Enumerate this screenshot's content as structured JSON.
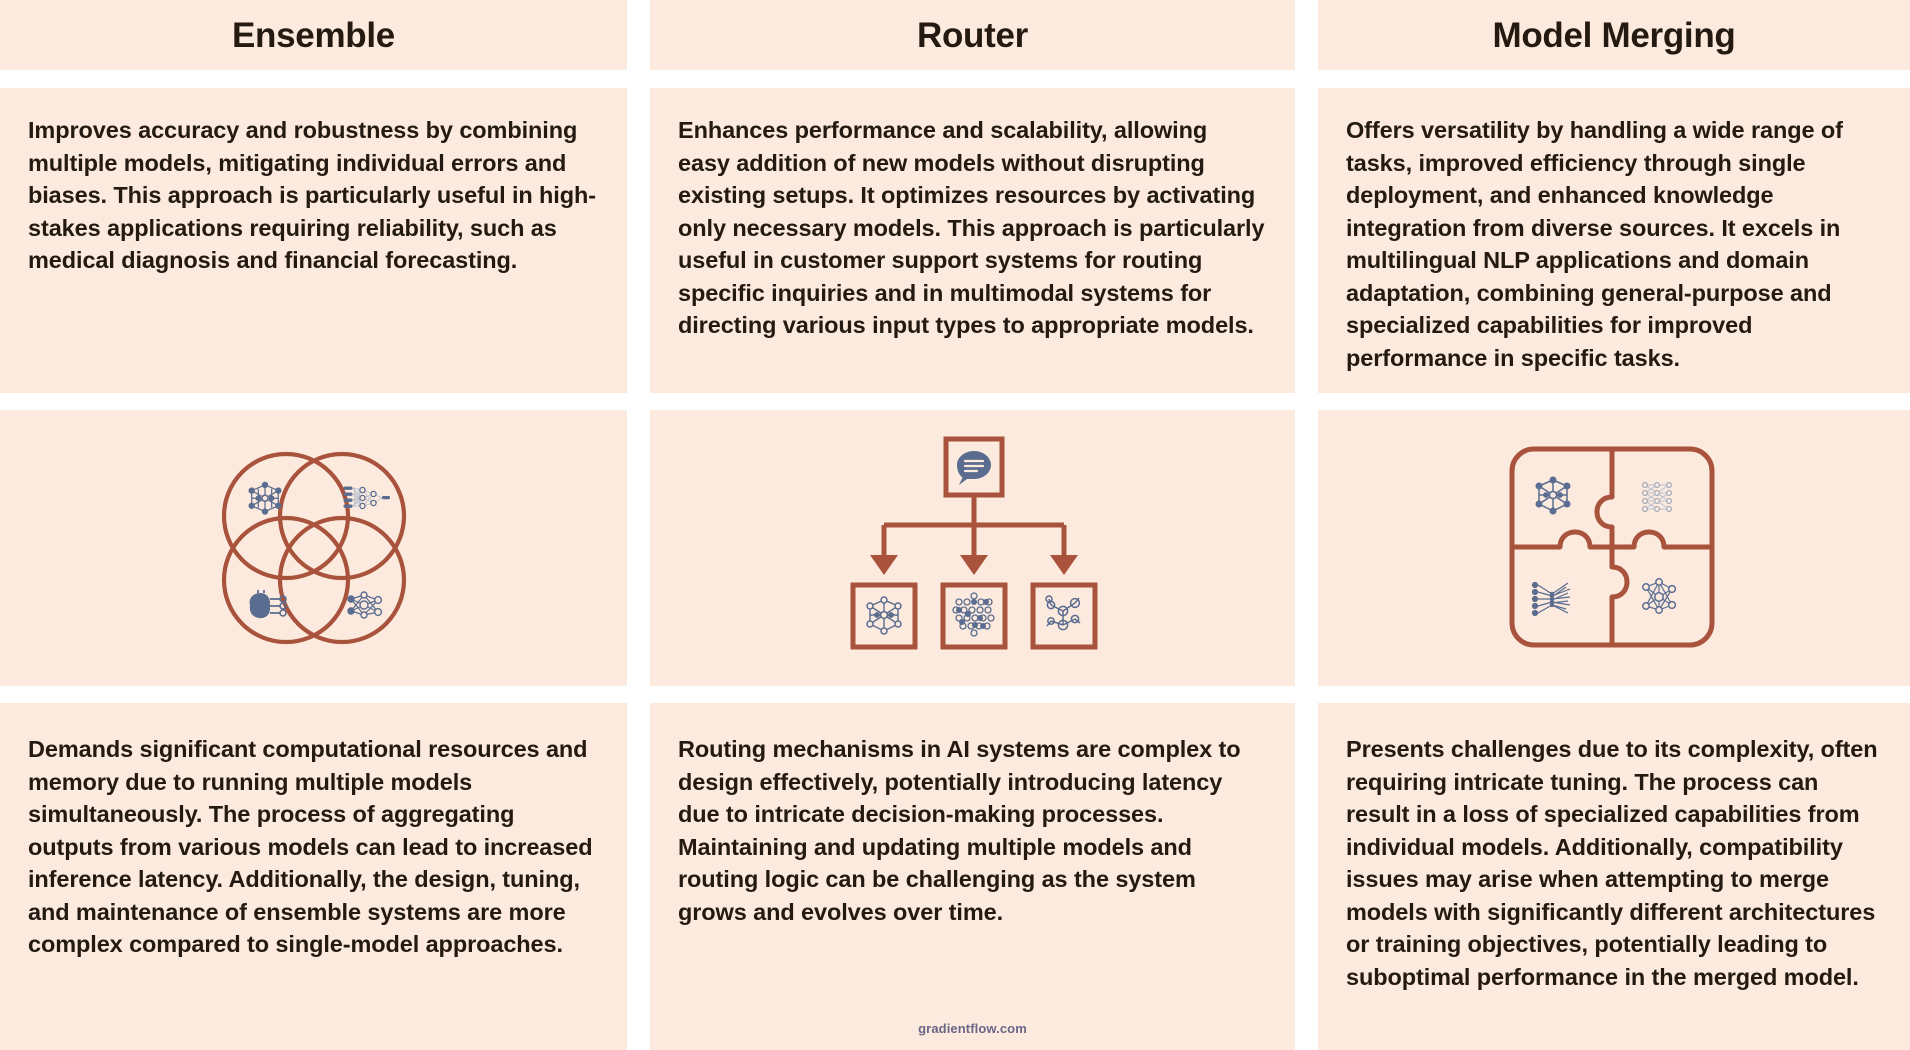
{
  "palette": {
    "panel_bg": "#fbeadd",
    "page_bg": "#ffffff",
    "text": "#241a12",
    "diagram_stroke": "#a9523c",
    "icon_fill": "#5a6c90",
    "watermark": "#6a6687"
  },
  "columns": [
    {
      "id": "ensemble",
      "title": "Ensemble",
      "benefits": "Improves accuracy and robustness by combining multiple models, mitigating individual errors and biases. This approach is particularly useful in high-stakes applications requiring reliability, such as medical diagnosis and financial forecasting.",
      "diagram": "venn-four-circles-diagram",
      "challenges": "Demands significant computational resources and memory due to running multiple models simultaneously. The process of aggregating outputs from various models can lead to increased inference latency. Additionally, the design, tuning, and maintenance of ensemble systems are more complex compared to single-model approaches."
    },
    {
      "id": "router",
      "title": "Router",
      "benefits": "Enhances performance and scalability, allowing easy addition of new models without disrupting existing setups. It optimizes resources by activating only necessary models. This approach is particularly useful in customer support systems for routing specific inquiries and in multimodal systems for directing various input types to appropriate models.",
      "diagram": "router-fanout-diagram",
      "challenges": "Routing mechanisms in AI systems are complex to design effectively, potentially introducing latency due to intricate decision-making processes. Maintaining and updating multiple models and routing logic can be challenging as the system grows and evolves over time."
    },
    {
      "id": "model-merging",
      "title": "Model Merging",
      "benefits": "Offers versatility by handling a wide range of tasks, improved efficiency through single deployment, and enhanced knowledge integration from diverse sources. It excels in multilingual NLP applications and domain adaptation, combining general-purpose and specialized capabilities for improved performance in specific tasks.",
      "diagram": "jigsaw-four-pieces-diagram",
      "challenges": "Presents challenges due to its complexity, often requiring intricate tuning. The process can result in a loss of specialized capabilities from individual models. Additionally, compatibility issues may arise when attempting to merge models with significantly different architectures or training objectives, potentially leading to suboptimal performance in the merged model."
    }
  ],
  "watermark": "gradientflow.com"
}
